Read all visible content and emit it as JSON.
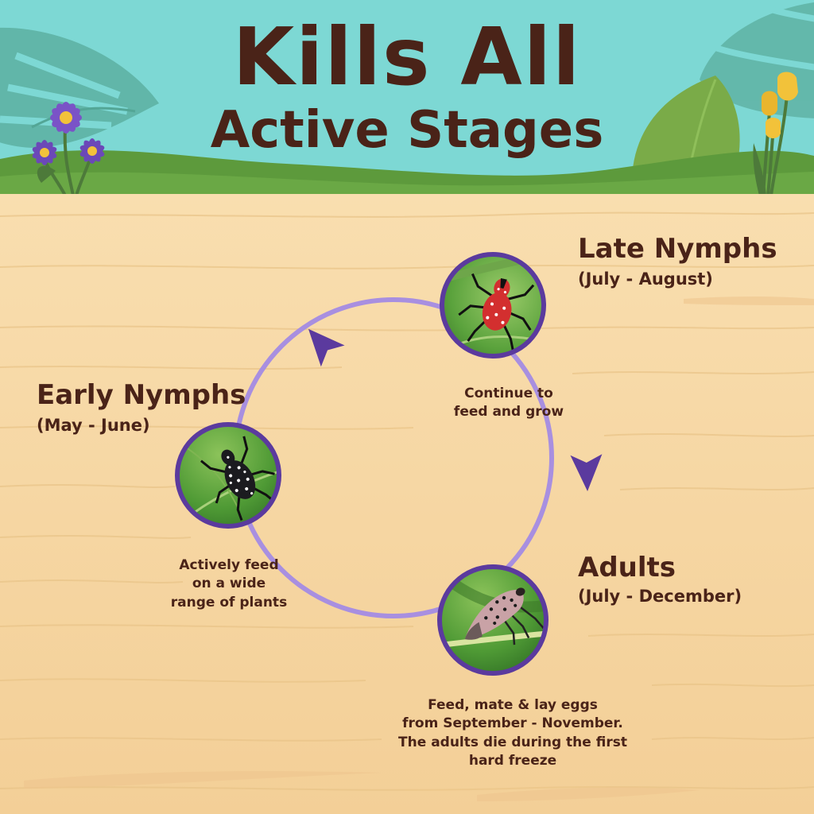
{
  "title": {
    "line1": "Kills All",
    "line2": "Active Stages"
  },
  "stages": [
    {
      "name": "Early Nymphs",
      "dates": "(May - June)",
      "description": "Actively feed\non a wide\nrange of plants"
    },
    {
      "name": "Late Nymphs",
      "dates": "(July - August)",
      "description": "Continue to\nfeed and grow"
    },
    {
      "name": "Adults",
      "dates": "(July - December)",
      "description": "Feed, mate & lay eggs\nfrom September - November.\nThe adults die during the first\nhard freeze"
    }
  ],
  "colors": {
    "sky": "#7dd8d4",
    "grass": "#5d9a3c",
    "wood": "#f7d9a6",
    "text": "#4a2318",
    "cycle": "#a88fe0",
    "arrow": "#5b3a9e",
    "photo_ring": "#5b3a9e",
    "flower": "#7a53c7",
    "tulip": "#f2c23a"
  }
}
